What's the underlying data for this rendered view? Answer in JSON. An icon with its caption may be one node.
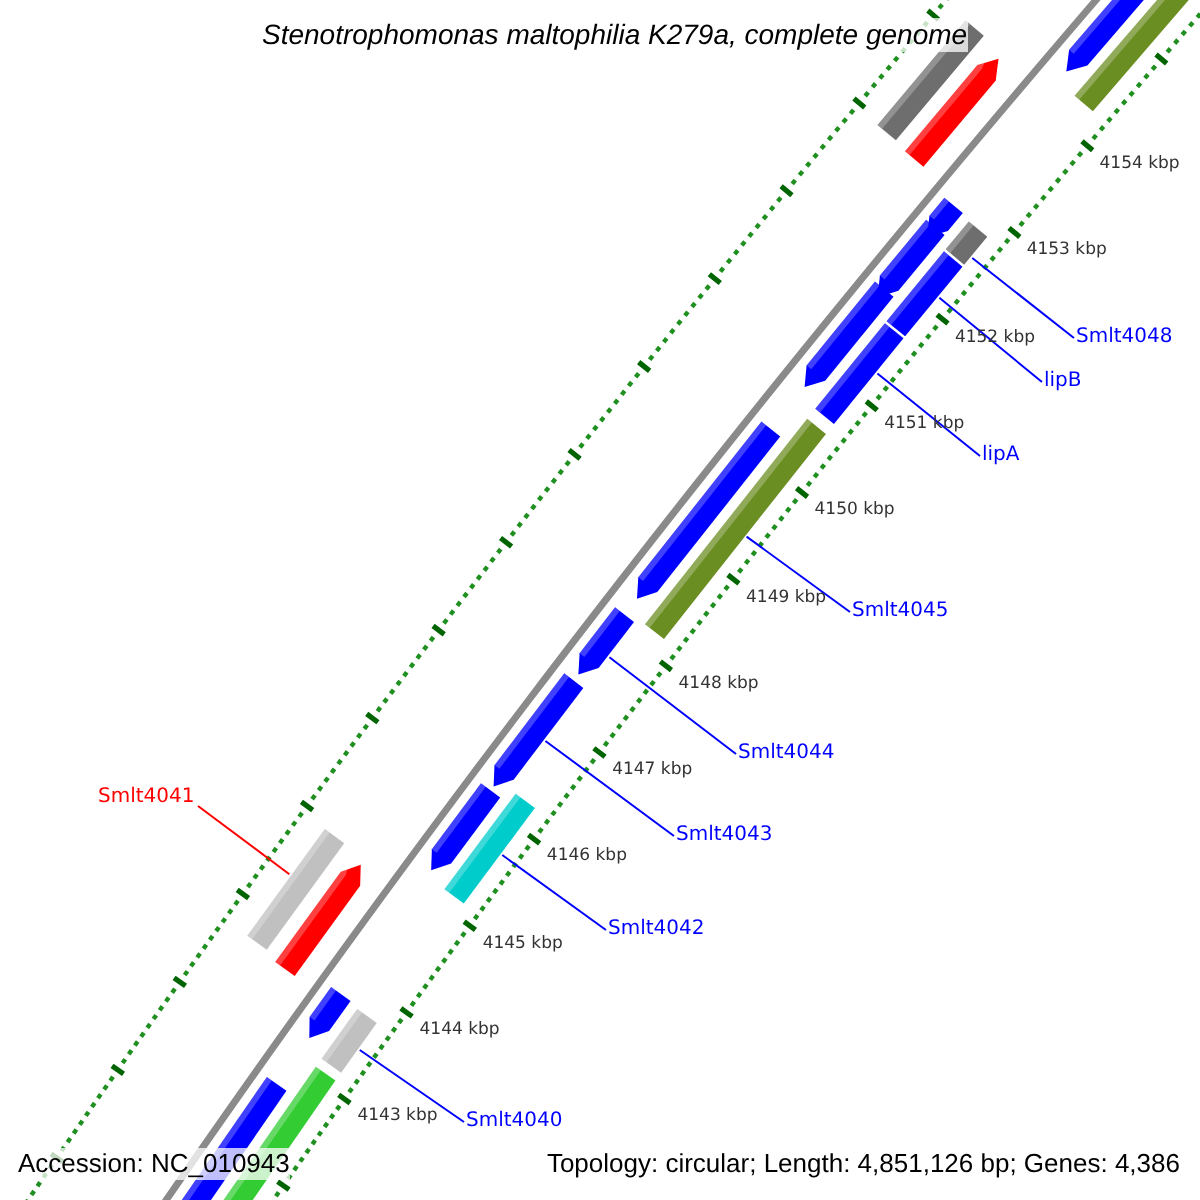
{
  "diagram": {
    "title": "Stenotrophomonas maltophilia K279a, complete genome",
    "nodes": [
      {
        "text": [
          "Smlt4048"
        ]
      },
      {
        "text": [
          "lipB"
        ]
      },
      {
        "text": [
          "lipA"
        ]
      },
      {
        "text": [
          "Smlt4045"
        ]
      },
      {
        "text": [
          "Smlt4044"
        ]
      },
      {
        "text": [
          "Smlt4041"
        ]
      },
      {
        "text": [
          "Smlt4043"
        ]
      },
      {
        "text": [
          "Smlt4042"
        ]
      },
      {
        "text": [
          "Smlt4040"
        ]
      },
      {
        "text": [],
        "shape": "bar"
      },
      {
        "text": [],
        "shape": "bar"
      },
      {
        "text": [],
        "shape": "bar"
      },
      {
        "text": [],
        "shape": "bar"
      },
      {
        "text": [],
        "shape": "bar"
      },
      {
        "text": [],
        "shape": "bar"
      },
      {
        "text": [],
        "shape": "bar"
      },
      {
        "text": [],
        "shape": "bar"
      },
      {
        "text": [],
        "shape": "bar"
      }
    ],
    "edges": [
      {
        "from": 0,
        "to": 9,
        "arrow": "none"
      },
      {
        "from": 1,
        "to": 10,
        "arrow": "none"
      },
      {
        "from": 2,
        "to": 11,
        "arrow": "none"
      },
      {
        "from": 3,
        "to": 12,
        "arrow": "none"
      },
      {
        "from": 4,
        "to": 13,
        "arrow": "none"
      },
      {
        "from": 5,
        "to": 16,
        "arrow": "none",
        "color": "#ff0000"
      },
      {
        "from": 6,
        "to": 14,
        "arrow": "none"
      },
      {
        "from": 7,
        "to": 15,
        "arrow": "none"
      },
      {
        "from": 8,
        "to": 17,
        "arrow": "none"
      }
    ],
    "labels": [
      "4154 kbp",
      "4153 kbp",
      "4152 kbp",
      "4151 kbp",
      "4150 kbp",
      "4149 kbp",
      "4148 kbp",
      "4147 kbp",
      "4146 kbp",
      "4145 kbp",
      "4144 kbp",
      "4143 kbp",
      "Accession: NC_010943",
      "Topology: circular; Length: 4,851,126 bp; Genes: 4,386"
    ]
  }
}
